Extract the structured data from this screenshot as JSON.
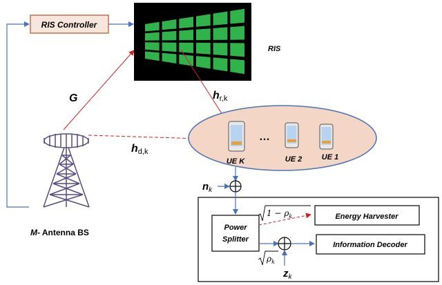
{
  "controller": {
    "label": "RIS Controller"
  },
  "ris": {
    "label": "RIS"
  },
  "channels": {
    "g": "G",
    "hr_main": "h",
    "hr_sub": "r,k",
    "hd_main": "h",
    "hd_sub": "d,k"
  },
  "ues": {
    "ue_k": "UE K",
    "ue_2": "UE 2",
    "ue_1": "UE 1",
    "dots": "…"
  },
  "bs": {
    "prefix": "M",
    "suffix": "- Antenna BS"
  },
  "noise_n": {
    "main": "n",
    "sub": "k"
  },
  "noise_z": {
    "main": "z",
    "sub": "k"
  },
  "splitter": {
    "line1": "Power",
    "line2": "Splitter"
  },
  "rho_top": {
    "radical": "1 − ρ",
    "sub": "k"
  },
  "rho_bottom": {
    "radical": "ρ",
    "sub": "k"
  },
  "energy": {
    "label": "Energy Harvester"
  },
  "decoder": {
    "label": "Information Decoder"
  },
  "sum_symbol": "⊕",
  "colors": {
    "box_fill": "#f8e6dc",
    "box_stroke": "#c0714d",
    "ellipse_fill": "#f3d6c5",
    "ellipse_stroke": "#4a72b8",
    "blue_line": "#4a72b8",
    "red_line": "#d0201e",
    "ris_green": "#2fb34a",
    "ris_dark": "#000000",
    "tower": "#574a80"
  }
}
